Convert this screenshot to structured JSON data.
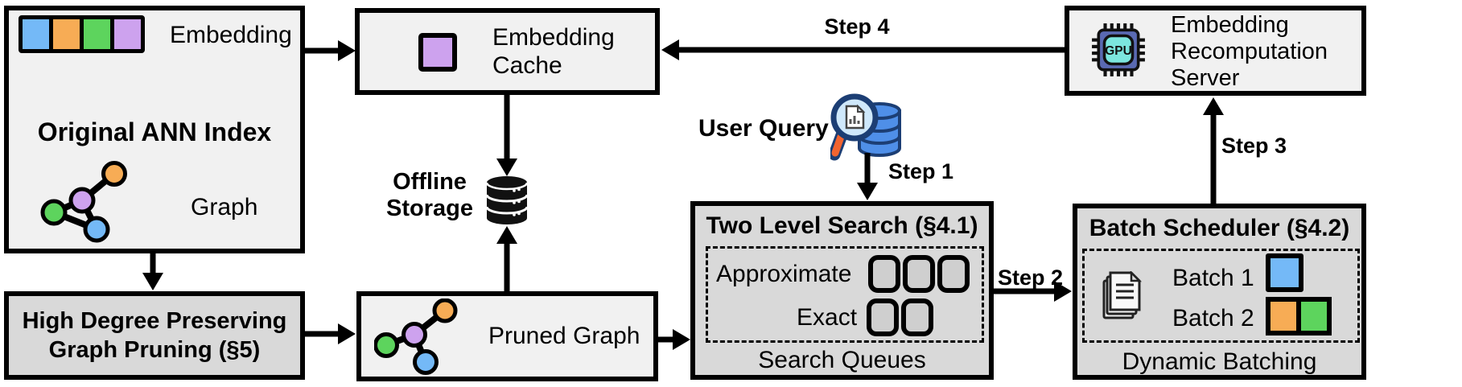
{
  "colors": {
    "blue": "#74b9f7",
    "orange": "#f7ac55",
    "green": "#5dd45d",
    "purple": "#cda2ee",
    "box_light": "#f1f1f1",
    "box_dark": "#d9d9d9",
    "queue_fill": "#cfcfcf",
    "gpu_body": "#5a6ab2",
    "gpu_screen": "#7ce6de",
    "db_blue": "#4f8fe8",
    "db_navy": "#1c3e74",
    "lens_fill": "#cfe8fb",
    "handle_orange": "#f26430"
  },
  "figure": {
    "ann": {
      "title": "Original ANN Index",
      "embedding_label": "Embedding",
      "graph_label": "Graph"
    },
    "cache": {
      "label": "Embedding Cache"
    },
    "ers": {
      "label": "Embedding Recomputation Server",
      "gpu_text": "GPU"
    },
    "storage": {
      "label": "Offline Storage"
    },
    "query": {
      "label": "User Query"
    },
    "hdp": {
      "label": "High Degree Preserving Graph Pruning (§5)"
    },
    "pruned": {
      "label": "Pruned Graph"
    },
    "tls": {
      "title": "Two Level Search (§4.1)",
      "approximate_label": "Approximate",
      "exact_label": "Exact",
      "caption": "Search Queues"
    },
    "bs": {
      "title": "Batch Scheduler (§4.2)",
      "batch1_label": "Batch 1",
      "batch2_label": "Batch 2",
      "caption": "Dynamic Batching"
    }
  },
  "steps": {
    "step1": "Step 1",
    "step2": "Step 2",
    "step3": "Step 3",
    "step4": "Step 4"
  }
}
